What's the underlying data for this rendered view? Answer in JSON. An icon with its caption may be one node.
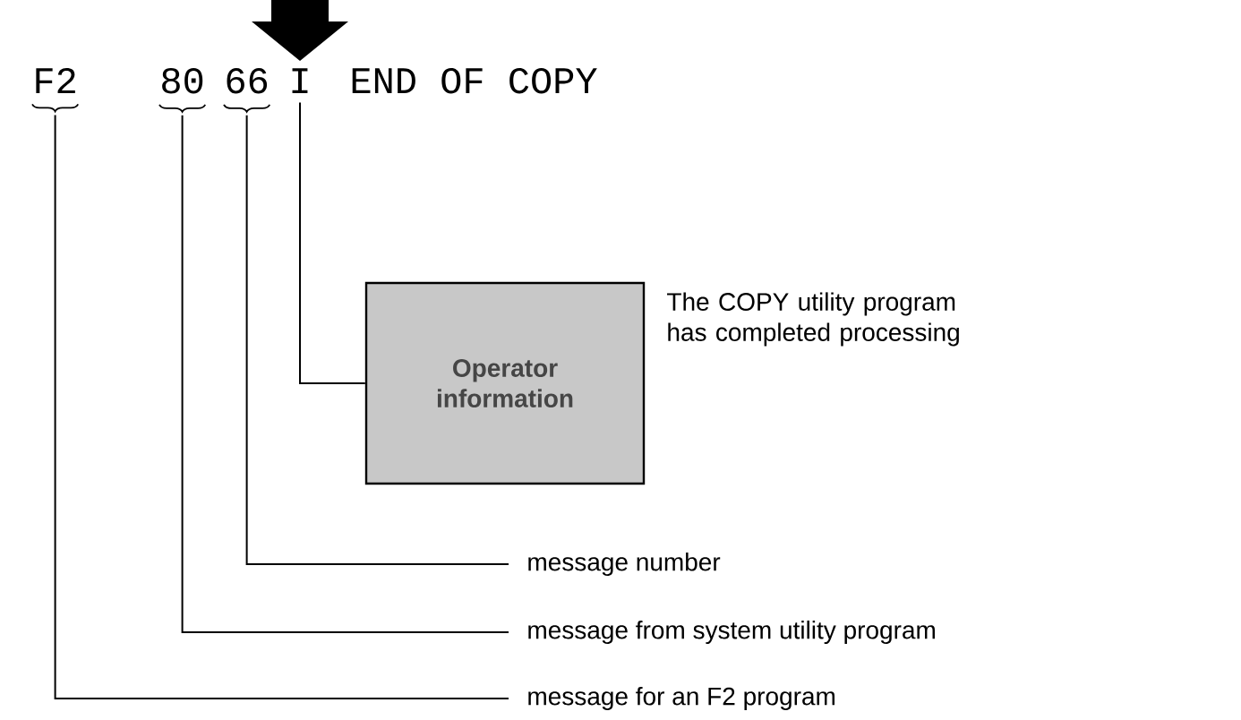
{
  "diagram": {
    "nodes": [
      {
        "text": [
          "F2"
        ]
      },
      {
        "text": [
          "80"
        ]
      },
      {
        "text": [
          "66"
        ]
      },
      {
        "text": [
          "I"
        ]
      },
      {
        "text": [
          "Operator information"
        ],
        "beside": [
          "The COPY utility program has completed processing"
        ]
      },
      {
        "text": [
          "message number"
        ]
      },
      {
        "text": [
          "message from system utility program"
        ]
      },
      {
        "text": [
          "message for an F2 program"
        ]
      }
    ],
    "edges": [
      {
        "from": null,
        "to": 3,
        "arrow": "to",
        "style": "thick"
      },
      {
        "from": 3,
        "to": 4,
        "arrow": "none"
      },
      {
        "from": 2,
        "to": 5,
        "arrow": "none"
      },
      {
        "from": 1,
        "to": 6,
        "arrow": "none"
      },
      {
        "from": 0,
        "to": 7,
        "arrow": "none"
      }
    ],
    "labels": [
      "END OF COPY"
    ]
  }
}
